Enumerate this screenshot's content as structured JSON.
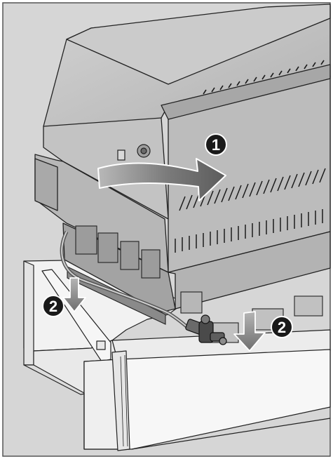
{
  "diagram": {
    "type": "installation-illustration",
    "colors": {
      "background_panel": "#d6d6d6",
      "frame": "#555555",
      "appliance_body": "#bdbdbd",
      "appliance_top": "#c8c8c8",
      "appliance_shadow": "#9a9a9a",
      "base_frame": "#f1f1f1",
      "line": "#222222",
      "callout": "#1a1a1a",
      "arrow_gray": "#8c8c8c"
    },
    "steps": [
      {
        "label": "1",
        "meaning": "tilt-forward"
      },
      {
        "label": "2",
        "meaning": "lower-onto-base"
      },
      {
        "label": "2",
        "meaning": "lower-onto-base"
      }
    ],
    "icons": [
      "curved-arrow-icon",
      "down-arrow-icon",
      "down-arrow-icon",
      "gas-valve-icon"
    ]
  }
}
